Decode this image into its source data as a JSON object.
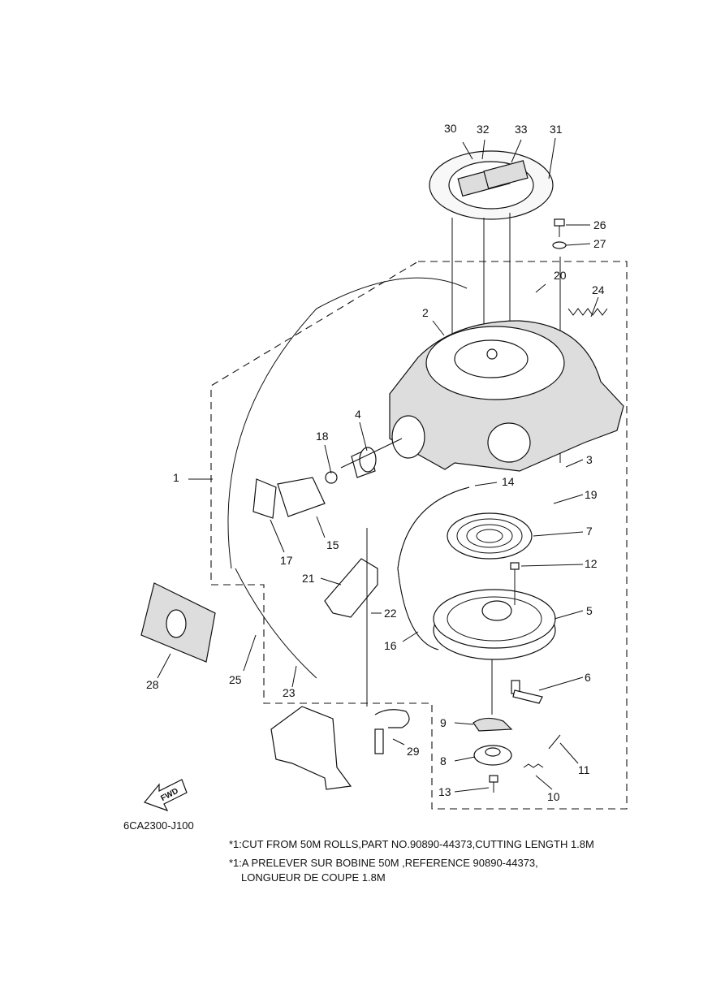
{
  "figure_code": "6CA2300-J100",
  "fwd_label": "FWD",
  "part_numbers": [
    "1",
    "2",
    "3",
    "4",
    "5",
    "6",
    "7",
    "8",
    "9",
    "10",
    "11",
    "12",
    "13",
    "14",
    "15",
    "16",
    "17",
    "18",
    "19",
    "20",
    "21",
    "22",
    "23",
    "24",
    "25",
    "26",
    "27",
    "28",
    "29",
    "30",
    "31",
    "32",
    "33"
  ],
  "notes": [
    "*1:CUT FROM 50M ROLLS,PART NO.90890-44373,CUTTING LENGTH 1.8M",
    "*1:A PRELEVER SUR BOBINE 50M ,REFERENCE 90890-44373,",
    "LONGUEUR DE COUPE 1.8M"
  ]
}
